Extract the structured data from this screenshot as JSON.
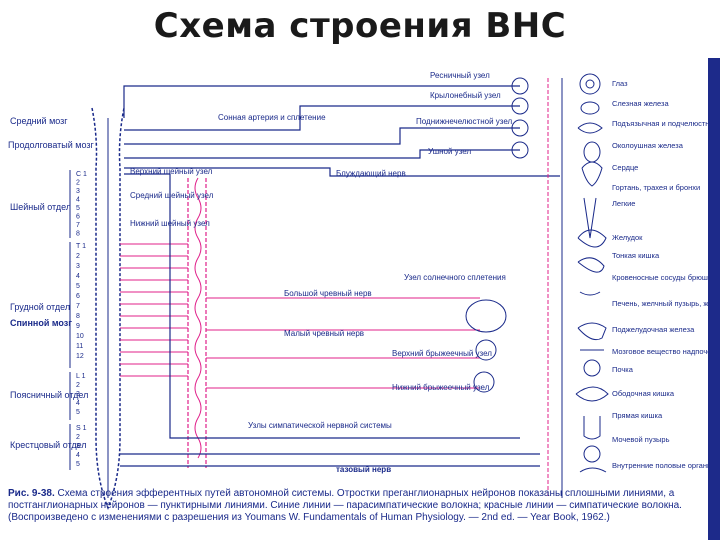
{
  "title": "Схема строения ВНС",
  "brain_labels": {
    "midbrain": "Средний мозг",
    "medulla": "Продолговатый мозг",
    "cervical": "Шейный отдел",
    "thoracic": "Грудной отдел",
    "spinal_cord": "Спинной мозг",
    "lumbar": "Поясничный отдел",
    "sacral": "Крестцовый отдел"
  },
  "segments": {
    "cervical": [
      "C 1",
      "2",
      "3",
      "4",
      "5",
      "6",
      "7",
      "8"
    ],
    "thoracic": [
      "T 1",
      "2",
      "3",
      "4",
      "5",
      "6",
      "7",
      "8",
      "9",
      "10",
      "11",
      "12"
    ],
    "lumbar": [
      "L 1",
      "2",
      "3",
      "4",
      "5"
    ],
    "sacral": [
      "S 1",
      "2",
      "3",
      "4",
      "5"
    ]
  },
  "ganglia": {
    "ciliary": "Ресничный узел",
    "pterygopalatine": "Крылонебный узел",
    "submandibular": "Поднижнечелюстной узел",
    "otic": "Ушной узел",
    "carotid": "Сонная артерия и сплетение",
    "superior_cervical": "Верхний шейный узел",
    "middle_cervical": "Средний шейный узел",
    "inferior_cervical": "Нижний шейный узел",
    "vagus": "Блуждающий нерв",
    "celiac": "Узел солнечного сплетения",
    "greater_splanchnic": "Большой чревный нерв",
    "lesser_splanchnic": "Малый чревный нерв",
    "superior_mesenteric": "Верхний брыжеечный узел",
    "inferior_mesenteric": "Нижний брыжеечный узел",
    "sympathetic_trunk": "Узлы симпатической нервной системы",
    "pelvic_nerve": "тазовый нерв"
  },
  "organs": [
    "Глаз",
    "Слезная железа",
    "Подъязычная и подчелюстная железа",
    "Околоушная железа",
    "Сердце",
    "Гортань, трахея и бронхи",
    "Легкие",
    "Желудок",
    "Тонкая кишка",
    "Кровеносные сосуды брюшной полости",
    "Печень, желчный пузырь, желчные пути",
    "Поджелудочная железа",
    "Мозговое вещество надпочечника",
    "Почка",
    "Ободочная кишка",
    "Прямая кишка",
    "Мочевой пузырь",
    "Внутренние половые органы"
  ],
  "caption": {
    "label": "Рис. 9-38.",
    "text": "Схема строения эфферентных путей автономной системы. Отростки преганглионарных нейронов показаны сплошными линиями, а постганглионарных нейронов — пунктирными линиями. Синие линии — парасимпатические волокна; красные линии — симпатические волокна. (Воспроизведено с изменениями с разрешения из Youmans W. Fundamentals of Human Physiology. — 2nd ed. — Year Book, 1962.)"
  },
  "colors": {
    "blue": "#1a2a8a",
    "red": "#e0208a",
    "border": "#1d2a8a"
  }
}
